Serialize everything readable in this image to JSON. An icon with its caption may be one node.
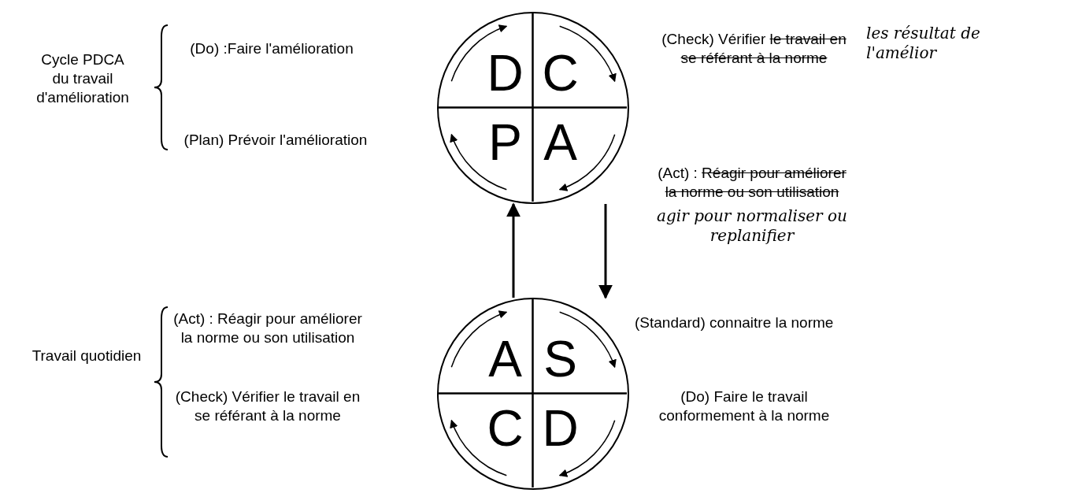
{
  "diagram": {
    "nodes": [
      {
        "text": [],
        "shape": "circle"
      },
      {
        "text": [
          "D"
        ],
        "in": 0
      },
      {
        "text": [
          "C"
        ],
        "in": 0
      },
      {
        "text": [
          "P"
        ],
        "in": 0
      },
      {
        "text": [
          "A"
        ],
        "in": 0
      },
      {
        "text": [],
        "shape": "circle"
      },
      {
        "text": [
          "A"
        ],
        "in": 5
      },
      {
        "text": [
          "S"
        ],
        "in": 5
      },
      {
        "text": [
          "C"
        ],
        "in": 5
      },
      {
        "text": [
          "D"
        ],
        "in": 5
      }
    ],
    "edges": [
      {
        "from": 5,
        "to": 0,
        "arrow": "to"
      },
      {
        "from": 0,
        "to": 5,
        "arrow": "to"
      }
    ],
    "labels": [
      "Cycle PDCA du travail d'amélioration",
      "(Do) :Faire l'amélioration",
      "(Check) Vérifier",
      "le travail en se référant à la norme",
      "les résultat de l'amélior",
      "(Plan) Prévoir l'amélioration",
      "(Act) :",
      "Réagir pour améliorer la norme ou son utilisation",
      "agir pour normaliser ou replanifier",
      "Travail quotidien",
      "(Act) : Réagir pour améliorer la norme ou son utilisation",
      "(Standard) connaitre la norme",
      "(Check) Vérifier le travail en se référant à la norme",
      "(Do) Faire le travail conformement à la norme"
    ]
  }
}
